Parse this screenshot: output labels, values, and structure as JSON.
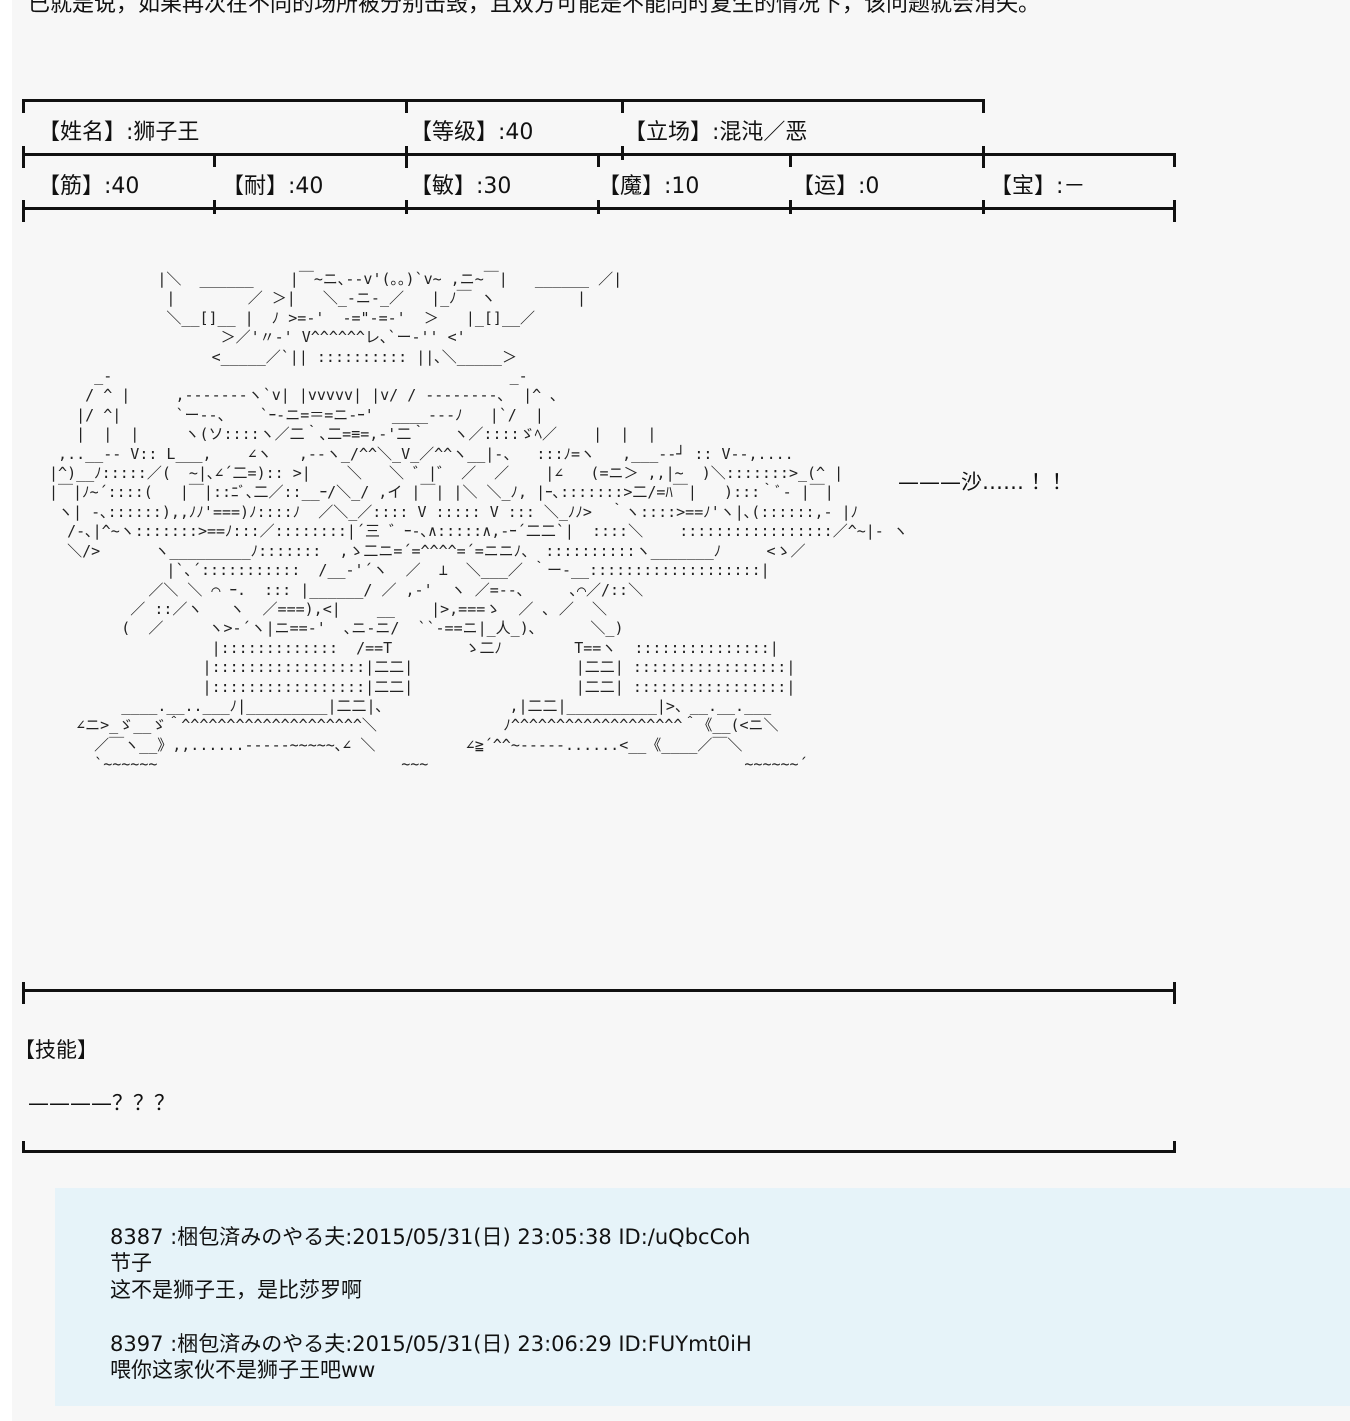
{
  "top_line": "已就是说，如果再次在不同的场所被分别击毁，且双方可能是不能同时复生的情况下，该问题就会消失。",
  "stats_table": {
    "name": "【姓名】:狮子王",
    "level": "【等级】:40",
    "alignment": "【立场】:混沌／恶",
    "strength": "【筋】:40",
    "endurance": "【耐】:40",
    "agility": "【敏】:30",
    "magic": "【魔】:10",
    "luck": "【运】:0",
    "noble_phantasm": "【宝】:－"
  },
  "ascii_art": [
    "             |＼  ______    |￣~ニ､--v'(｡｡)`v~ ,ニ~￣|   ______ ／|",
    "              |        ／ ＞|   ＼_-ニ-_／   |_ﾉ￣ ヽ         |",
    "              ＼__[]__ |  ﾉ >=-'  -=\"-=-'  ＞   |_[]__／",
    "                    ＞／'〃-' V^^^^^^レ､`ー‐'' <'",
    "                   <_____／`|| :::::::::: ||､＼_____＞",
    "      _-                                            _-",
    "     / ^ |     ,-------ヽ`v| |vvvvv| |v/ / --------､  |^ ､",
    "    |/ ^|      `ー‐-、   `ｰ-ニ=＝=ニ-ｰ'  ____---ﾉ   |`/  |",
    "    |  |  |     ヽ(ソ::::ヽ／二｀､二=≡=,-'二｀   ヽ／::::ゞﾍ／    |  |  |",
    "  ,..__-- V:: L___,    ∠ヽ   ,--ヽ_/^^＼_V_／^^ヽ__|‐、  :::ﾉ=ヽ   ,___--┘ :: V--,....",
    " |^)__ﾉ:::::／(  ~|､∠´二=):: >|    ＼   ＼ ゛|゛ ／  ／    |∠   (=ニ＞ ,,|~  )＼:::::::>_(^ |",
    " |￣|ﾉ~´::::(   |￣|::ﾆﾞ､二／::__ｰ/＼_/ ,イ |￣| |＼ ＼_ﾉ, |ｰ､:::::::>二/=ﾊ￣|   ):::｀ﾞ- |￣|",
    "  ヽ| -､::::::),,ﾉﾉ'===)ﾉ::::ﾉ  ／＼_／:::: V ::::: V ::: ＼_ﾉﾉ>  ｀ヽ::::>==ﾉ'ヽ|､(::::::,- |ﾉ",
    "   /-､|^~ヽ:::::::>==ﾉ:::／::::::::|´三 ゛ｰ-､∧:::::∧,-ｰ´二二`|  ::::＼    :::::::::::::::::／^~|- ヽ",
    "   ＼/>      ヽ_________ﾉ:::::::  ,ゝ二ニ=´=^^^^=´=ニニﾉ、 ::::::::::ヽ_______ﾉ     <ゝ／",
    "              |`､´:::::::::::  /__-'´ヽ  ／  ⊥  ＼___／ ｀ー-__:::::::::::::::::::|",
    "            ／＼ ＼ ⌒ ｰ.  ::: |______/ ／ ,-'  ヽ ／=--､     ､⌒／/::＼",
    "          ／ ::／ヽ   ヽ  ／===),<|    __    |>,===ゝ  ／ ､ ／  ＼",
    "         (  ／     ヽ>-´ヽ|ニ==-'  ､ニ-ニ/  ``-==ニ|_人_)､      ＼_)",
    "                   |:::::::::::::  /==T        ゝ二ﾉ        T==ヽ  :::::::::::::::|",
    "                  |:::::::::::::::::|二二|                  |二二| :::::::::::::::::|",
    "                  |:::::::::::::::::|二二|                  |二二| :::::::::::::::::|",
    "         ____.__..___ﾉ|_________|二二|､              ,|二二|__________|>、__.__.___",
    "    ∠ニ>_ゞ__ゞ＾^^^^^^^^^^^^^^^^^^^^＼              ﾉ^^^^^^^^^^^^^^^^^^^＾《__(<ニ＼",
    "      ／￣ヽ__》,,......-----~~~~~､∠ ＼          ∠≧´^^~-----......<__《____／￣＼",
    "      `~~~~~~                           ~~~                                   ~~~~~~´"
  ],
  "sound_effect": "———沙…… ！！",
  "skills": {
    "heading": "【技能】",
    "entry": "————？？？"
  },
  "comments": [
    {
      "header": "8387 :梱包済みのやる夫:2015/05/31(日) 23:05:38 ID:/uQbcCoh",
      "lines": [
        "节子",
        "这不是狮子王，是比莎罗啊"
      ]
    },
    {
      "header": "8397 :梱包済みのやる夫:2015/05/31(日) 23:06:29 ID:FUYmt0iH",
      "lines": [
        "喂你这家伙不是狮子王吧ww"
      ]
    }
  ]
}
